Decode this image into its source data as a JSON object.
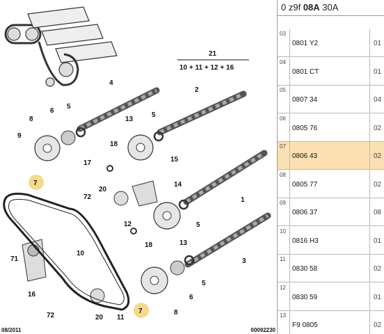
{
  "diagram": {
    "formula_total": "21",
    "formula_parts": "10 + 11 + 12 + 16",
    "callouts": [
      "1",
      "2",
      "3",
      "4",
      "5",
      "6",
      "7",
      "8",
      "9",
      "10",
      "11",
      "12",
      "13",
      "14",
      "15",
      "16",
      "17",
      "18",
      "20",
      "71",
      "72"
    ],
    "footer_date": "08/2011",
    "footer_code": "00092230",
    "highlight_color": "#f7d98a"
  },
  "panel": {
    "header_prefix": "0 z9f",
    "header_bold": "08A",
    "header_suffix": "30A",
    "selected_color": "#fde0b1",
    "rows": [
      {
        "idx": "03",
        "ref": "0801 Y2",
        "qty": "01"
      },
      {
        "idx": "04",
        "ref": "0801 CT",
        "qty": "01"
      },
      {
        "idx": "05",
        "ref": "0807 34",
        "qty": "04"
      },
      {
        "idx": "06",
        "ref": "0805 76",
        "qty": "02"
      },
      {
        "idx": "07",
        "ref": "0806 43",
        "qty": "02"
      },
      {
        "idx": "08",
        "ref": "0805 77",
        "qty": "02"
      },
      {
        "idx": "09",
        "ref": "0806 37",
        "qty": "08"
      },
      {
        "idx": "10",
        "ref": "0816 H3",
        "qty": "01"
      },
      {
        "idx": "11",
        "ref": "0830 58",
        "qty": "02"
      },
      {
        "idx": "12",
        "ref": "0830 59",
        "qty": "01"
      },
      {
        "idx": "13",
        "ref": "F9 0805",
        "qty": "02"
      }
    ]
  }
}
